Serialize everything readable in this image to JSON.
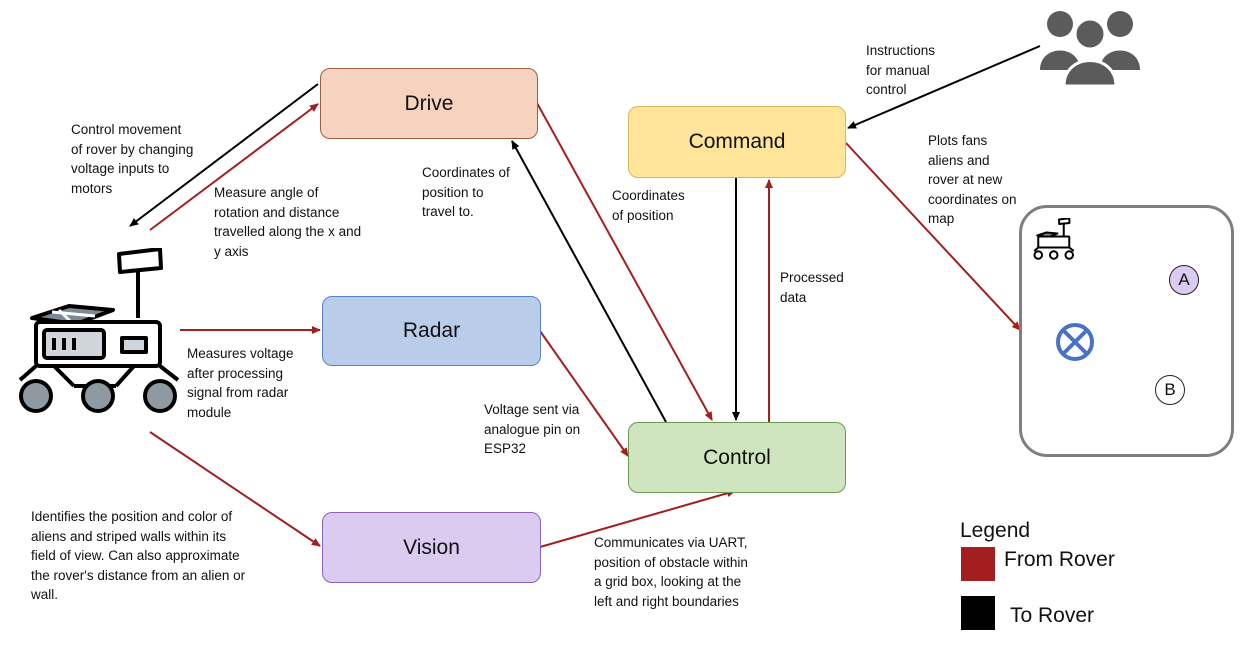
{
  "boxes": {
    "drive": {
      "label": "Drive",
      "fill": "#f6d3be",
      "stroke": "#a35d3a"
    },
    "command": {
      "label": "Command",
      "fill": "#ffe59a",
      "stroke": "#d7b75c"
    },
    "radar": {
      "label": "Radar",
      "fill": "#b9cdea",
      "stroke": "#5a81c3"
    },
    "control": {
      "label": "Control",
      "fill": "#cfe5c0",
      "stroke": "#6b9b4f"
    },
    "vision": {
      "label": "Vision",
      "fill": "#dccbf0",
      "stroke": "#8d62b8"
    }
  },
  "annotations": {
    "control_movement": "Control movement\nof rover by changing\nvoltage inputs to\nmotors",
    "measure_angle": "Measure angle of\nrotation and distance\ntravelled along the x and\ny axis",
    "coordinates_travel": "Coordinates of\nposition to\ntravel to.",
    "coordinates_position": "Coordinates\nof position",
    "instructions": "Instructions\nfor manual\ncontrol",
    "plots": "Plots fans\naliens and\nrover at new\ncoordinates on\nmap",
    "processed": "Processed\ndata",
    "measures_voltage": "Measures voltage\nafter processing\nsignal from radar\nmodule",
    "voltage_sent": "Voltage sent via\nanalogue pin on\nESP32",
    "identifies": "Identifies the position and color of\naliens and striped walls within its\nfield of view. Can also approximate\nthe rover's distance from an alien or\nwall.",
    "communicates": "Communicates via UART,\nposition of obstacle within\na grid box, looking at the\nleft and right boundaries"
  },
  "map": {
    "marker_a": "A",
    "marker_b": "B",
    "marker_a_color": "#dccbf0",
    "obstacle_color": "#4a72c4"
  },
  "legend": {
    "title": "Legend",
    "from_rover": "From Rover",
    "to_rover": "To Rover",
    "from_rover_color": "#a31f1f",
    "to_rover_color": "#000000"
  },
  "icons": {
    "rover": "rover-icon",
    "users": "users-icon",
    "obstacle": "obstacle-x-icon"
  }
}
